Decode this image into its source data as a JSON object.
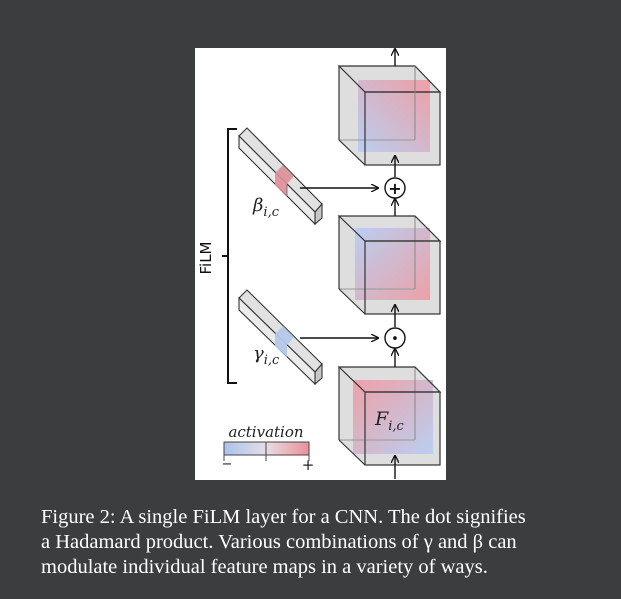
{
  "figure": {
    "bracket_label": "FiLM",
    "beta_label": "β",
    "beta_subscript": "i,c",
    "gamma_label": "γ",
    "gamma_subscript": "i,c",
    "feature_label": "F",
    "feature_subscript": "i,c",
    "plus_symbol": "+",
    "dot_symbol": "•",
    "colorbar": {
      "title": "activation",
      "min_label": "−",
      "max_label": "+",
      "low_color": "#aac3ea",
      "high_color": "#ec8f97"
    },
    "colors": {
      "blue": "#b6cdf2",
      "red": "#ef9aa2",
      "box_fill": "#dcdcdc",
      "edge": "#303030"
    }
  },
  "caption": {
    "lines": [
      "Figure 2: A single FiLM layer for a CNN. The dot signifies",
      "a Hadamard product. Various combinations of γ and β can",
      "modulate individual feature maps in a variety of ways."
    ]
  }
}
